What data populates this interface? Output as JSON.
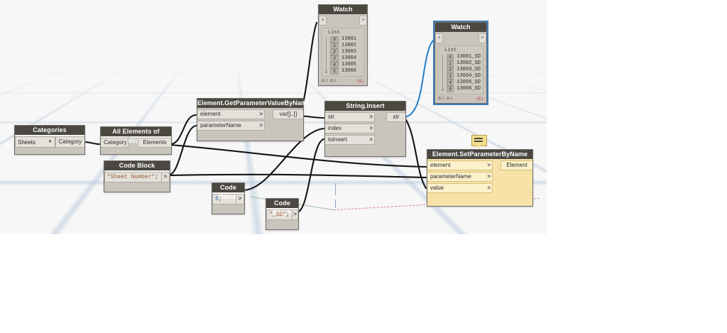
{
  "app": {
    "name": "Dynamo",
    "workspace_background": "#f7f7f7",
    "accent_selection_color": "#3f7cb8",
    "warning_node_color": "#f7e2a8",
    "node_header_color": "#4b4842",
    "node_body_color": "#c9c5bd"
  },
  "nodes": {
    "categories": {
      "title": "Categories",
      "dropdown_value": "Sheets",
      "dropdown_icon": "chevron-down-icon",
      "output_port": "Category"
    },
    "all_elements_of_category": {
      "title": "All Elements of Category",
      "input_port": "Category",
      "output_port": "Elements"
    },
    "code_block_sheet_number": {
      "title": "Code Block",
      "code_string": "\"Sheet Number\"",
      "code_terminator": ";",
      "output_caret": ">"
    },
    "code_block_index": {
      "title": "Code Block",
      "code_number": "5",
      "code_terminator": ";",
      "output_caret": ">"
    },
    "code_block_suffix": {
      "title": "Code Block",
      "code_string": "\"_SD\"",
      "code_terminator": ";",
      "output_caret": ">"
    },
    "element_get_parameter_value_by_name": {
      "title": "Element.GetParameterValueByName",
      "inputs": [
        "element",
        "parameterName"
      ],
      "output": "var[]..[]",
      "port_caret": ">"
    },
    "string_insert": {
      "title": "String.Insert",
      "inputs": [
        "str",
        "index",
        "toInsert"
      ],
      "output": "str",
      "port_caret": ">"
    },
    "element_set_parameter_by_name": {
      "title": "Element.SetParameterByName",
      "inputs": [
        "element",
        "parameterName",
        "value"
      ],
      "output": "Element",
      "port_caret": ">",
      "state": "warning"
    },
    "watch_sheet_numbers": {
      "title": "Watch",
      "list_label": "List",
      "items": [
        {
          "index": "0",
          "value": "13001"
        },
        {
          "index": "1",
          "value": "13002"
        },
        {
          "index": "2",
          "value": "13003"
        },
        {
          "index": "3",
          "value": "13004"
        },
        {
          "index": "4",
          "value": "13005"
        },
        {
          "index": "5",
          "value": "13006"
        }
      ],
      "levels": "@L2 @L1",
      "count_badge": "(6)",
      "pin_left": ">",
      "pin_right": ">",
      "selected": false
    },
    "watch_sheet_numbers_sd": {
      "title": "Watch",
      "list_label": "List",
      "items": [
        {
          "index": "0",
          "value": "13001_SD"
        },
        {
          "index": "1",
          "value": "13002_SD"
        },
        {
          "index": "2",
          "value": "13003_SD"
        },
        {
          "index": "3",
          "value": "13004_SD"
        },
        {
          "index": "4",
          "value": "13005_SD"
        },
        {
          "index": "5",
          "value": "13006_SD"
        }
      ],
      "levels": "@L2 @L1",
      "count_badge": "(6)",
      "pin_left": ">",
      "pin_right": ">",
      "selected": true
    }
  },
  "annotations": {
    "note_icon": "note-tooltip-icon"
  }
}
